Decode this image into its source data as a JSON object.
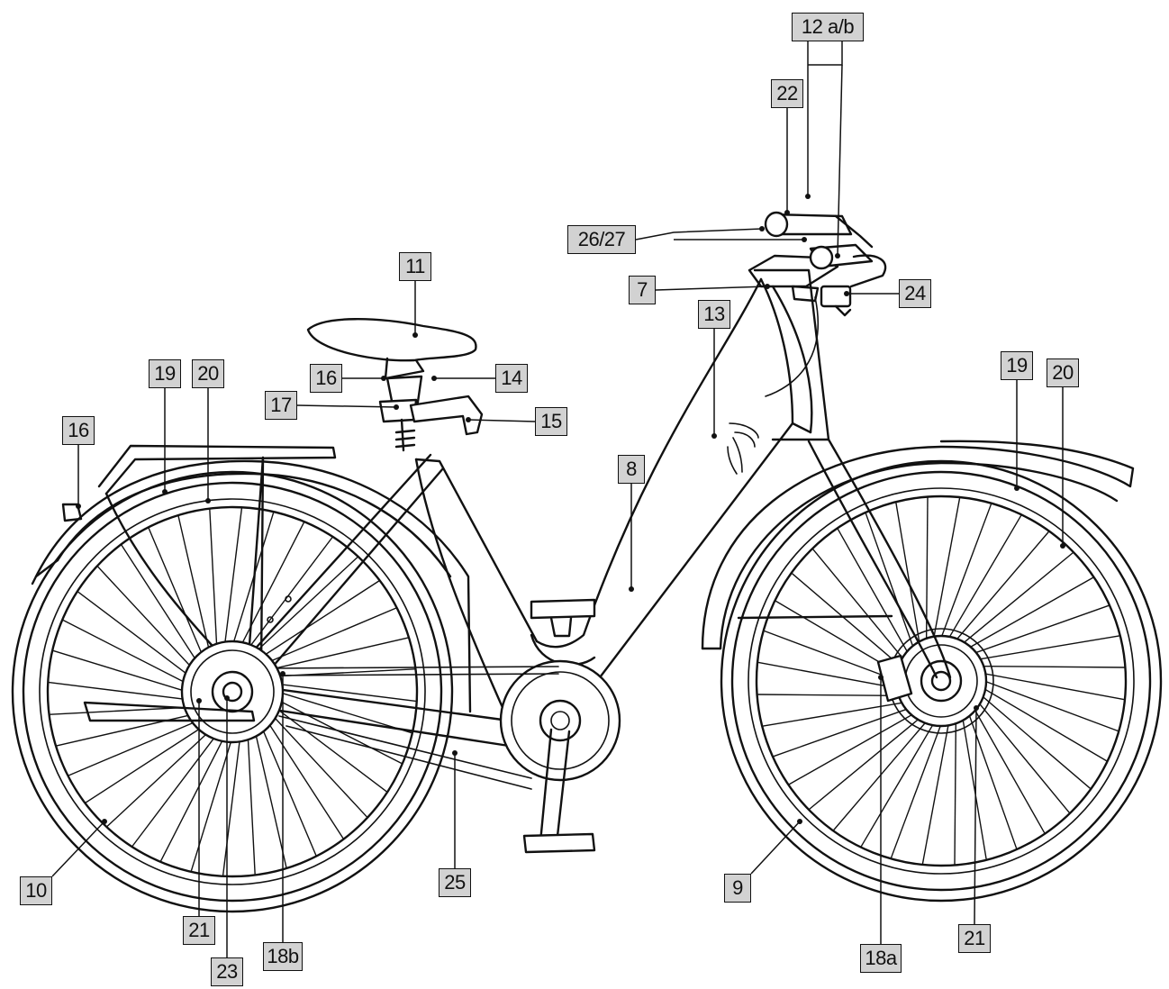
{
  "labels": {
    "l_12ab": "12 a/b",
    "l_22": "22",
    "l_26_27": "26/27",
    "l_7": "7",
    "l_24": "24",
    "l_13": "13",
    "l_11": "11",
    "l_16_seat": "16",
    "l_14": "14",
    "l_17": "17",
    "l_15": "15",
    "l_19_rear": "19",
    "l_20_rear": "20",
    "l_16_rear": "16",
    "l_19_front": "19",
    "l_20_front": "20",
    "l_8": "8",
    "l_10": "10",
    "l_21_rear": "21",
    "l_23": "23",
    "l_18b": "18b",
    "l_25": "25",
    "l_9": "9",
    "l_18a": "18a",
    "l_21_front": "21"
  },
  "colors": {
    "label_fill": "#d2d2d2",
    "line": "#111111",
    "background": "#ffffff"
  }
}
